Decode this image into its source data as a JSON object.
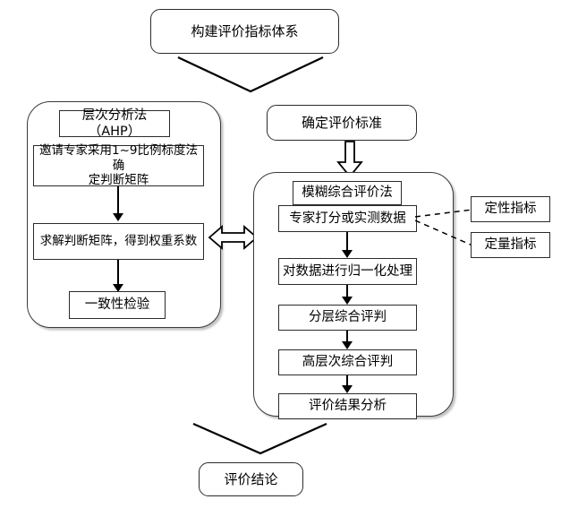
{
  "diagram": {
    "title_node": {
      "label": "构建评价指标体系"
    },
    "standard_node": {
      "label": "确定评价标准"
    },
    "conclusion_node": {
      "label": "评价结论"
    },
    "ahp_group": {
      "title": "层次分析法（AHP）",
      "steps": [
        {
          "label": "邀请专家采用1~9比例标度法确\n定判断矩阵"
        },
        {
          "label": "求解判断矩阵，得到权重系数"
        },
        {
          "label": "一致性检验"
        }
      ]
    },
    "fuzzy_group": {
      "title": "模糊综合评价法",
      "steps": [
        {
          "label": "专家打分或实测数据"
        },
        {
          "label": "对数据进行归一化处理"
        },
        {
          "label": "分层综合评判"
        },
        {
          "label": "高层次综合评判"
        },
        {
          "label": "评价结果分析"
        }
      ]
    },
    "side_labels": [
      {
        "label": "定性指标"
      },
      {
        "label": "定量指标"
      }
    ],
    "colors": {
      "stroke": "#2b2b2b",
      "group_stroke": "#3a3a3a",
      "arrow": "#000000",
      "background": "#ffffff"
    }
  }
}
